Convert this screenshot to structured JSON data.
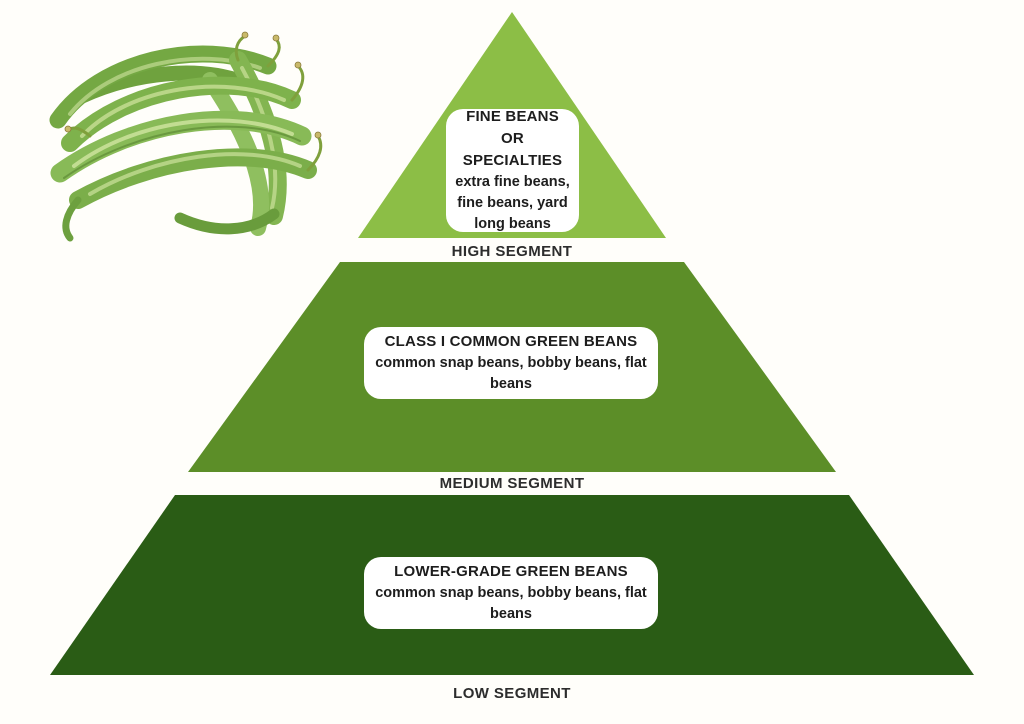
{
  "page": {
    "background_color": "#FFFEFA"
  },
  "illustration": {
    "name": "green-beans-illustration"
  },
  "pyramid": {
    "tiers": [
      {
        "id": "high",
        "color": "#8CBE46",
        "heading": "FINE BEANS OR SPECIALTIES",
        "body": "extra fine beans, fine beans, yard long beans",
        "segment_label": "HIGH SEGMENT"
      },
      {
        "id": "medium",
        "color": "#5C8E28",
        "heading": "CLASS I COMMON GREEN BEANS",
        "body": "common snap beans, bobby beans, flat beans",
        "segment_label": "MEDIUM SEGMENT"
      },
      {
        "id": "low",
        "color": "#2A5C15",
        "heading": "LOWER-GRADE GREEN BEANS",
        "body": "common snap beans, bobby beans, flat beans",
        "segment_label": "LOW SEGMENT"
      }
    ]
  }
}
